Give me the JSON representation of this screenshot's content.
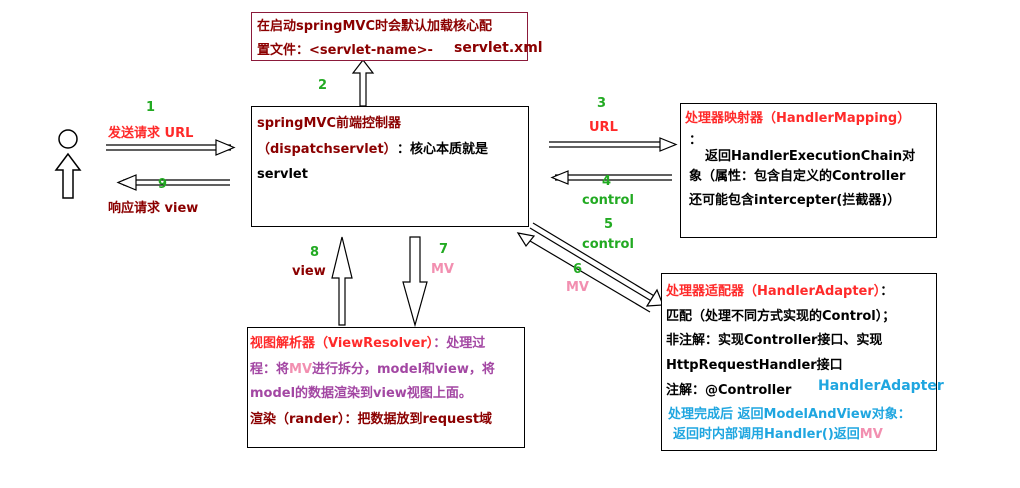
{
  "config_note": {
    "line1": "在启动springMVC时会默认加载核心配",
    "line2": "置文件：<servlet-name>-",
    "suffix": "servlet.xml"
  },
  "dispatcher": {
    "line1": "springMVC前端控制器",
    "line2_a": "（dispatchservlet）",
    "line2_b": "：核心本质就是",
    "line3": "servlet"
  },
  "handler_mapping": {
    "title": "处理器映射器（HandlerMapping）",
    "line1": "：",
    "line2": "返回HandlerExecutionChain对",
    "line3": "象（属性：包含自定义的Controller",
    "line4": "还可能包含intercepter(拦截器)）"
  },
  "view_resolver": {
    "title": "视图解析器（ViewResolver）",
    "title_tail": "：处理过",
    "line2_a": "程：将",
    "line2_mv": "MV",
    "line2_b": "进行拆分，model和view，将",
    "line3": "model的数据渲染到view视图上面。",
    "line4": "渲染（rander）：把数据放到request域"
  },
  "handler_adapter": {
    "title": "处理器适配器（HandlerAdapter）",
    "title_tail": "：",
    "line2": "匹配（处理不同方式实现的Control）；",
    "line3": "非注解：实现Controller接口、实现",
    "line4": "HttpRequestHandler接口",
    "line5": "注解：@Controller",
    "line5_tag": "HandlerAdapter",
    "line6": "处理完成后 返回ModelAndView对象：",
    "line7_a": "返回时内部调用Handler()返回",
    "line7_mv": "MV"
  },
  "steps": {
    "s1_num": "1",
    "s1_label": "发送请求  URL",
    "s2_num": "2",
    "s3_num": "3",
    "s3_label": "URL",
    "s4_num": "4",
    "s4_label": "control",
    "s5_num": "5",
    "s5_label": "control",
    "s6_num": "6",
    "s6_label": "MV",
    "s7_num": "7",
    "s7_label": "MV",
    "s8_num": "8",
    "s8_label": "view",
    "s9_num": "9",
    "s9_label": "响应请求   view"
  },
  "colors": {
    "red": "#ff2a2a",
    "maroon": "#8b0000",
    "green": "#22aa22",
    "pink": "#f28fb0",
    "cyan": "#1fa6e0",
    "purple": "#a347a3"
  }
}
